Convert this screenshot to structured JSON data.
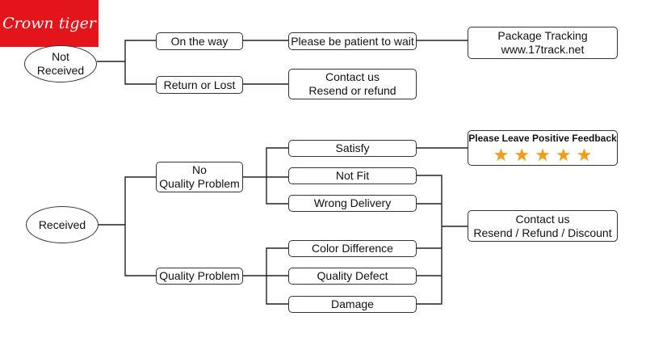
{
  "brand": {
    "text": "Crown tiger",
    "color": "#e4141b"
  },
  "not_received": {
    "label_line1": "Not",
    "label_line2": "Received",
    "on_the_way": "On the way",
    "wait": "Please be patient to wait",
    "tracking_line1": "Package Tracking",
    "tracking_line2": "www.17track.net",
    "return_or_lost": "Return or Lost",
    "contact_line1": "Contact us",
    "contact_line2": "Resend or refund"
  },
  "received": {
    "label": "Received",
    "no_problem_line1": "No",
    "no_problem_line2": "Quality Problem",
    "quality_problem": "Quality Problem",
    "satisfy": "Satisfy",
    "not_fit": "Not Fit",
    "wrong_delivery": "Wrong Delivery",
    "color_difference": "Color Difference",
    "quality_defect": "Quality Defect",
    "damage": "Damage",
    "feedback_title": "Please Leave Positive Feedback",
    "star_icon": "star-icon",
    "star_count": 5,
    "star_color": "#f39c12",
    "contact_line1": "Contact us",
    "contact_line2": "Resend / Refund / Discount"
  }
}
